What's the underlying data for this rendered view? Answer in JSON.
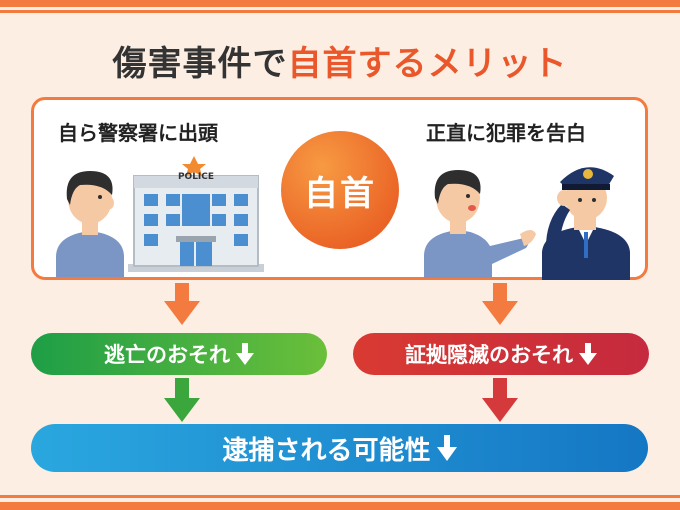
{
  "title": {
    "prefix": "傷害事件で",
    "highlight": "自首するメリット"
  },
  "left_label": "自ら警察署に出頭",
  "right_label": "正直に犯罪を告白",
  "center": "自首",
  "building_sign": "POLICE",
  "outcomes": {
    "flight": "逃亡のおそれ",
    "evidence": "証拠隠滅のおそれ",
    "arrest": "逮捕される可能性"
  },
  "colors": {
    "orange": "#f47b3f",
    "title_highlight": "#e9572a",
    "green": "#1e9e47",
    "red": "#d93a32",
    "blue": "#1a8ad2"
  },
  "icons": [
    "down-arrow-icon",
    "police-station-icon",
    "police-officer-icon",
    "person-icon"
  ]
}
